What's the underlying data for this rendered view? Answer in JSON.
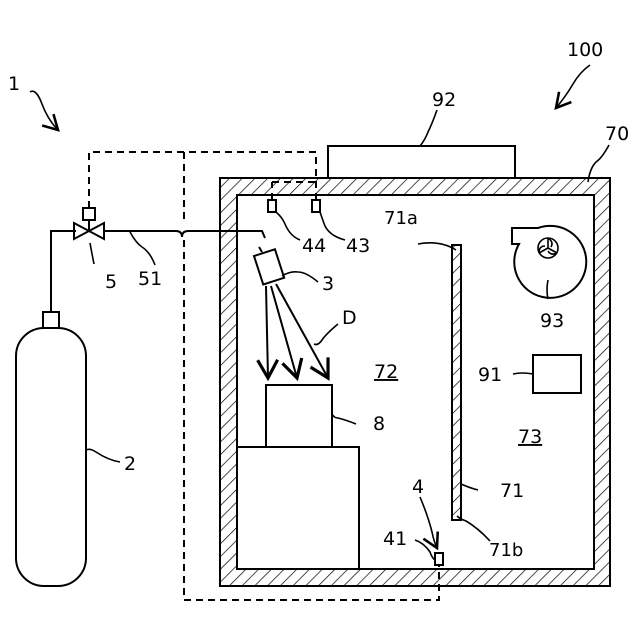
{
  "labels": {
    "system": "1",
    "apparatus": "100",
    "cylinder": "2",
    "valve": "5",
    "pipe": "51",
    "nozzle": "3",
    "spray": "D",
    "chamber_wall": "70",
    "unit_top": "92",
    "partition": "71",
    "partition_top": "71a",
    "partition_bottom": "71b",
    "space_left": "72",
    "space_right": "73",
    "fan": "93",
    "device_box": "91",
    "object": "8",
    "sensor_group": "4",
    "sensor_41": "41",
    "sensor_43": "43",
    "sensor_44": "44"
  }
}
